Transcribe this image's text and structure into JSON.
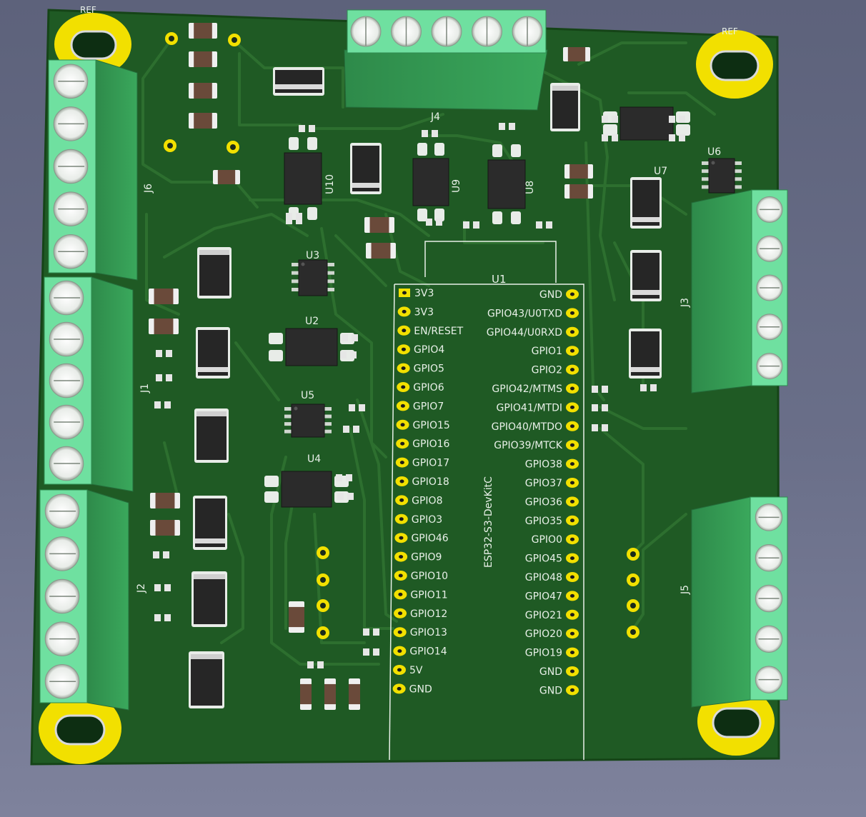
{
  "board": {
    "mcu_ref": "U1",
    "mcu_name": "ESP32-S3-DevKitC",
    "mount_hole_ref": "REF",
    "connectors": [
      {
        "ref": "J4"
      },
      {
        "ref": "J6"
      },
      {
        "ref": "J1"
      },
      {
        "ref": "J2"
      },
      {
        "ref": "J3"
      },
      {
        "ref": "J5"
      }
    ],
    "ics": [
      {
        "ref": "U3"
      },
      {
        "ref": "U2"
      },
      {
        "ref": "U5"
      },
      {
        "ref": "U4"
      },
      {
        "ref": "U10"
      },
      {
        "ref": "U9"
      },
      {
        "ref": "U8"
      },
      {
        "ref": "U7"
      },
      {
        "ref": "U6"
      }
    ],
    "left_pins": [
      "3V3",
      "3V3",
      "EN/RESET",
      "GPIO4",
      "GPIO5",
      "GPIO6",
      "GPIO7",
      "GPIO15",
      "GPIO16",
      "GPIO17",
      "GPIO18",
      "GPIO8",
      "GPIO3",
      "GPIO46",
      "GPIO9",
      "GPIO10",
      "GPIO11",
      "GPIO12",
      "GPIO13",
      "GPIO14",
      "5V",
      "GND"
    ],
    "right_pins": [
      "GND",
      "GPIO43/U0TXD",
      "GPIO44/U0RXD",
      "GPIO1",
      "GPIO2",
      "GPIO42/MTMS",
      "GPIO41/MTDI",
      "GPIO40/MTDO",
      "GPIO39/MTCK",
      "GPIO38",
      "GPIO37",
      "GPIO36",
      "GPIO35",
      "GPIO0",
      "GPIO45",
      "GPIO48",
      "GPIO47",
      "GPIO21",
      "GPIO20",
      "GPIO19",
      "GND",
      "GND"
    ]
  },
  "colors": {
    "background": "#656a84",
    "pcb": "#1f5a24",
    "pcb_edge": "#154417",
    "trace": "#2a6a2c",
    "silkscreen": "#e8f0e8",
    "pad_gold": "#f2e000",
    "terminal_block": "#3fa060",
    "terminal_face": "#6fe0a0"
  }
}
